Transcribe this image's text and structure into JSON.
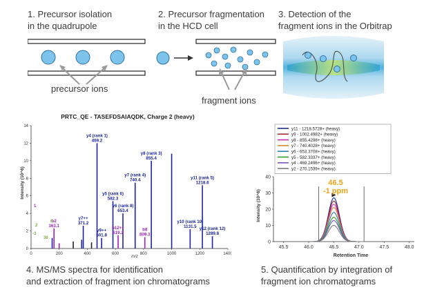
{
  "steps": [
    {
      "line1": "1. Precursor isolation",
      "line2": "in the quadrupole",
      "label": "precursor ions"
    },
    {
      "line1": "2. Precursor fragmentation",
      "line2": "in the HCD cell",
      "label": "fragment ions"
    },
    {
      "line1": "3. Detection of the",
      "line2": "fragment ions in the Orbitrap"
    }
  ],
  "bottom_captions": [
    {
      "line1": "4. MS/MS spectra for identification",
      "line2": "and extraction of fragment ion chromatograms"
    },
    {
      "line1": "5. Quantification by integration of",
      "line2": "fragment ion chromatograms"
    }
  ],
  "colors": {
    "text": "#3a3a3a",
    "ion_fill": "#7cc4ec",
    "ion_stroke": "#2f6f9f",
    "spectrum_blue": "#1a22a0",
    "spectrum_purple": "#a020c0",
    "spectrum_green": "#7aa83a",
    "annotation_orange": "#e8a317"
  },
  "chart_data": [
    {
      "type": "bar",
      "title": "PRTC_QE - TASEFDSAIAQDK, Charge 2 (heavy)",
      "xlabel": "m/z",
      "ylabel": "Intensity (10^6)",
      "xlim": [
        0,
        1400
      ],
      "ylim": [
        0,
        14
      ],
      "xticks": [
        "0",
        "200",
        "400",
        "600",
        "800",
        "1000",
        "1200",
        "1400"
      ],
      "yticks": [
        "0",
        "2",
        "4",
        "6",
        "8",
        "10",
        "12",
        "14"
      ],
      "peaks": [
        {
          "mz": 150,
          "intensity": 1.2,
          "type": "y"
        },
        {
          "mz": 200,
          "intensity": 0.6,
          "type": "b"
        },
        {
          "mz": 163.1,
          "intensity": 2.3,
          "type": "b",
          "label": "b2 163.1"
        },
        {
          "mz": 300,
          "intensity": 0.8,
          "type": "other"
        },
        {
          "mz": 360,
          "intensity": 1.0,
          "type": "y"
        },
        {
          "mz": 371.2,
          "intensity": 2.6,
          "type": "y",
          "label": "y7++ 371.2"
        },
        {
          "mz": 430,
          "intensity": 0.7,
          "type": "other"
        },
        {
          "mz": 469.2,
          "intensity": 12.0,
          "type": "y",
          "label": "y4 (rank 1) 469.2"
        },
        {
          "mz": 501.8,
          "intensity": 1.2,
          "type": "y",
          "label": "y9++ 501.8"
        },
        {
          "mz": 582.3,
          "intensity": 5.4,
          "type": "y",
          "label": "y5 (rank 6) 582.3"
        },
        {
          "mz": 619.2,
          "intensity": 1.5,
          "type": "b",
          "label": "b12++ 619.2"
        },
        {
          "mz": 653.4,
          "intensity": 4.0,
          "type": "y",
          "label": "y6 (rank 8) 653.4"
        },
        {
          "mz": 740.4,
          "intensity": 7.5,
          "type": "y",
          "label": "y7 (rank 4) 740.4"
        },
        {
          "mz": 809.3,
          "intensity": 1.3,
          "type": "b",
          "label": "b8 809.3"
        },
        {
          "mz": 855.4,
          "intensity": 10.0,
          "type": "y",
          "label": "y8 (rank 3) 855.4"
        },
        {
          "mz": 1000,
          "intensity": 10.8,
          "type": "y"
        },
        {
          "mz": 1131.5,
          "intensity": 2.2,
          "type": "y",
          "label": "y10 (rank 10) 1131.5"
        },
        {
          "mz": 1218.6,
          "intensity": 7.2,
          "type": "y",
          "label": "y11 (rank 5) 1218.6"
        },
        {
          "mz": 1289.8,
          "intensity": 1.4,
          "type": "y",
          "label": "y12 (rank 12) 1289.8"
        }
      ],
      "left_labels": {
        "top": "1",
        "mid": "8",
        "bottom": "2",
        "x3": "-3",
        "x4": "36"
      }
    },
    {
      "type": "line",
      "xlabel": "Retention Time",
      "ylabel": "Intensity (10^6)",
      "xlim": [
        45.3,
        48.1
      ],
      "ylim": [
        0,
        40
      ],
      "xticks": [
        "45.5",
        "46.0",
        "46.5",
        "47.0",
        "47.5",
        "48.0"
      ],
      "yticks": [
        "0",
        "10",
        "20",
        "30",
        "40"
      ],
      "peak_rt": 46.5,
      "annotation_rt": "46.5",
      "annotation_ppm": "-1 ppm",
      "integration_bounds": [
        46.2,
        47.1
      ],
      "series": [
        {
          "name": "y11 - 1218.5728+ (heavy)",
          "color": "#1a2a8c",
          "peak": 27
        },
        {
          "name": "y9 - 1002.4982+ (heavy)",
          "color": "#a4262c",
          "peak": 25
        },
        {
          "name": "y8 - 855.4298+ (heavy)",
          "color": "#c22fae",
          "peak": 23
        },
        {
          "name": "y7 - 740.4028+ (heavy)",
          "color": "#d08a2e",
          "peak": 21
        },
        {
          "name": "y6 - 653.3708+ (heavy)",
          "color": "#2c7fb8",
          "peak": 18
        },
        {
          "name": "y5 - 582.3337+ (heavy)",
          "color": "#2ca02c",
          "peak": 15
        },
        {
          "name": "y4 - 469.2496+ (heavy)",
          "color": "#7b52c8",
          "peak": 13
        },
        {
          "name": "y2 - 270.1539+ (heavy)",
          "color": "#7a7a7a",
          "peak": 10
        }
      ]
    }
  ]
}
